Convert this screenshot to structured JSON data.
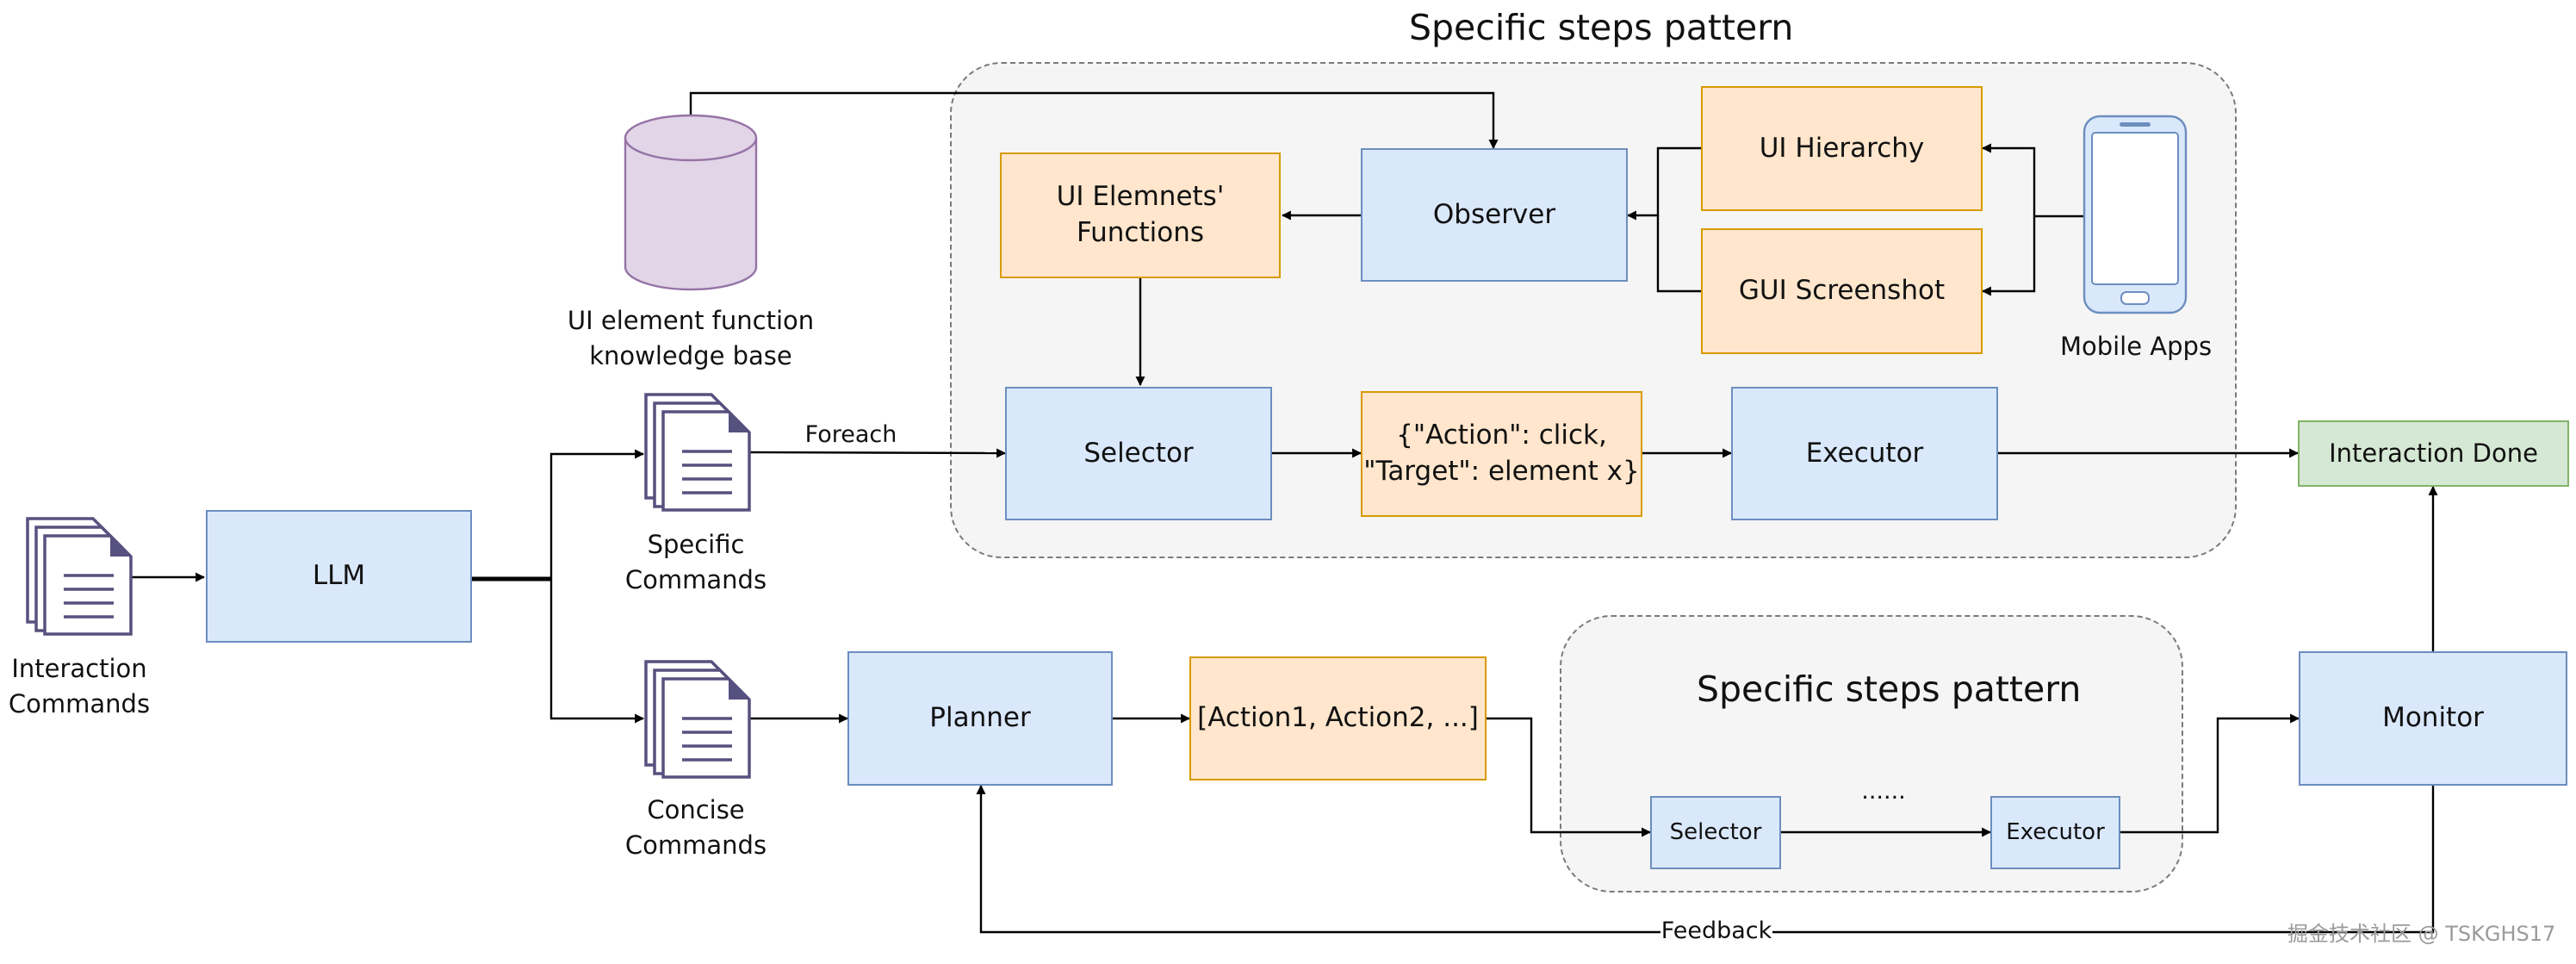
{
  "groups": {
    "top_title": "Specific steps pattern",
    "bottom_title": "Specific steps pattern",
    "bottom_ellipsis": "......"
  },
  "nodes": {
    "llm": "LLM",
    "observer": "Observer",
    "ui_hierarchy": "UI Hierarchy",
    "gui_screenshot": "GUI Screenshot",
    "ui_functions": "UI Elemnets'\nFunctions",
    "selector_top": "Selector",
    "action_target": "{\"Action\": click,\n\"Target\": element x}",
    "executor_top": "Executor",
    "interaction_done": "Interaction Done",
    "planner": "Planner",
    "action_list": "[Action1, Action2, ...]",
    "selector_bottom": "Selector",
    "executor_bottom": "Executor",
    "monitor": "Monitor"
  },
  "labels": {
    "interaction_commands": "Interaction\nCommands",
    "specific_commands": "Specific\nCommands",
    "concise_commands": "Concise\nCommands",
    "knowledge_base": "UI element function\nknowledge base",
    "mobile_apps": "Mobile Apps",
    "foreach": "Foreach",
    "feedback": "Feedback"
  },
  "watermark": "掘金技术社区 @ TSKGHS17",
  "colors": {
    "process_fill": "#dae8fc",
    "process_stroke": "#6c8ebf",
    "data_fill": "#ffe6cc",
    "data_stroke": "#d79b00",
    "done_fill": "#d5e8d4",
    "done_stroke": "#82b366",
    "database_fill": "#e1d5e7",
    "database_stroke": "#9673a6",
    "document_stroke": "#56517e",
    "phone_stroke": "#6c8ebf"
  }
}
